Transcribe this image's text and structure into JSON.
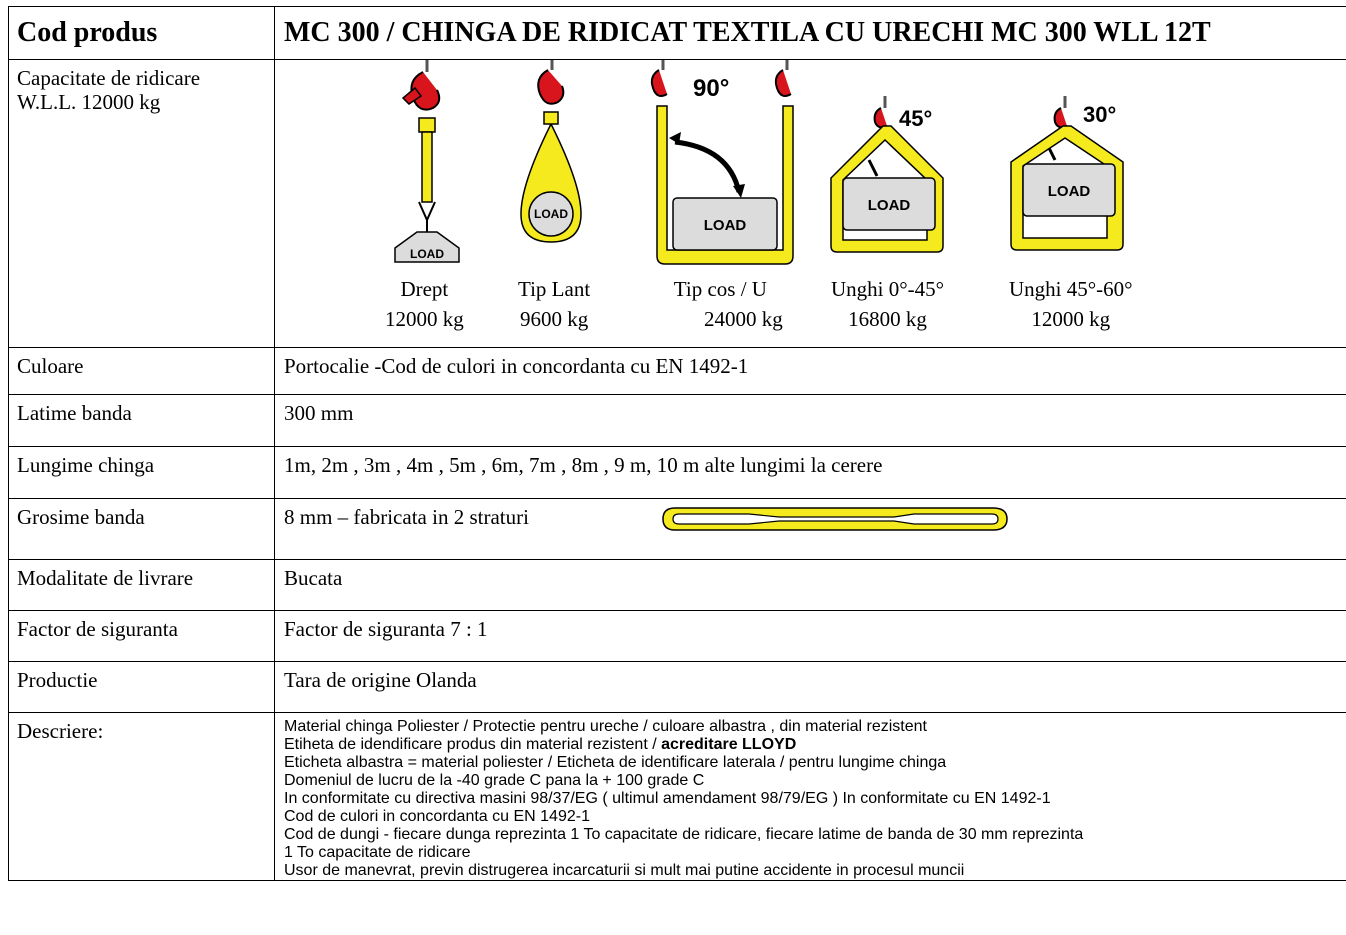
{
  "header": {
    "label": "Cod produs",
    "title": "MC 300 / CHINGA DE RIDICAT TEXTILA CU URECHI MC 300 WLL 12T"
  },
  "capacity": {
    "label_line1": "Capacitate de ridicare",
    "label_line2": "W.L.L. 12000 kg",
    "figures": [
      {
        "name": "Drept",
        "value": "12000 kg",
        "load_text": "LOAD"
      },
      {
        "name": "Tip Lant",
        "value": "9600 kg",
        "load_text": "LOAD"
      },
      {
        "name": "Tip cos / U",
        "value": "24000 kg",
        "load_text": "LOAD",
        "angle": "90°"
      },
      {
        "name": "Unghi 0°-45°",
        "value": "16800 kg",
        "load_text": "LOAD",
        "angle": "45°"
      },
      {
        "name": "Unghi 45°-60°",
        "value": "12000 kg",
        "load_text": "LOAD",
        "angle": "30°"
      }
    ]
  },
  "rows": {
    "culoare": {
      "label": "Culoare",
      "value": "Portocalie  -Cod de culori in concordanta cu EN 1492-1"
    },
    "latime": {
      "label": "Latime banda",
      "value": "300 mm"
    },
    "lungime": {
      "label": "Lungime chinga",
      "value": "1m, 2m , 3m , 4m , 5m , 6m, 7m , 8m , 9 m, 10 m alte lungimi la cerere"
    },
    "grosime": {
      "label": "Grosime banda",
      "value": "8 mm – fabricata in 2 straturi"
    },
    "livrare": {
      "label": "Modalitate de livrare",
      "value": "Bucata"
    },
    "siguranta": {
      "label": "Factor de siguranta",
      "value": "Factor de siguranta 7 : 1"
    },
    "productie": {
      "label": "Productie",
      "value": "Tara de origine Olanda"
    }
  },
  "descriere": {
    "label": "Descriere:",
    "lines": [
      "Material chinga Poliester / Protectie pentru ureche / culoare albastra , din material rezistent",
      "Etiheta de idendificare produs din material rezistent / ",
      "Eticheta albastra = material poliester / Eticheta de identificare laterala / pentru lungime chinga",
      "Domeniul de lucru de la -40 grade C pana la + 100 grade C",
      "In conformitate cu directiva masini 98/37/EG ( ultimul amendament 98/79/EG ) In conformitate cu EN 1492-1",
      "Cod de culori in concordanta cu EN 1492-1",
      "Cod de dungi - fiecare dunga reprezinta 1 To capacitate de ridicare, fiecare latime de banda de 30 mm reprezinta",
      "1 To capacitate de ridicare",
      "Usor de manevrat, previn distrugerea incarcaturii si mult mai putine accidente in procesul muncii"
    ],
    "bold_fragment": "acreditare LLOYD"
  },
  "colors": {
    "sling_yellow": "#f5ea1e",
    "hook_red": "#d8141c",
    "load_gray": "#dcdcdc",
    "outline": "#000000"
  }
}
